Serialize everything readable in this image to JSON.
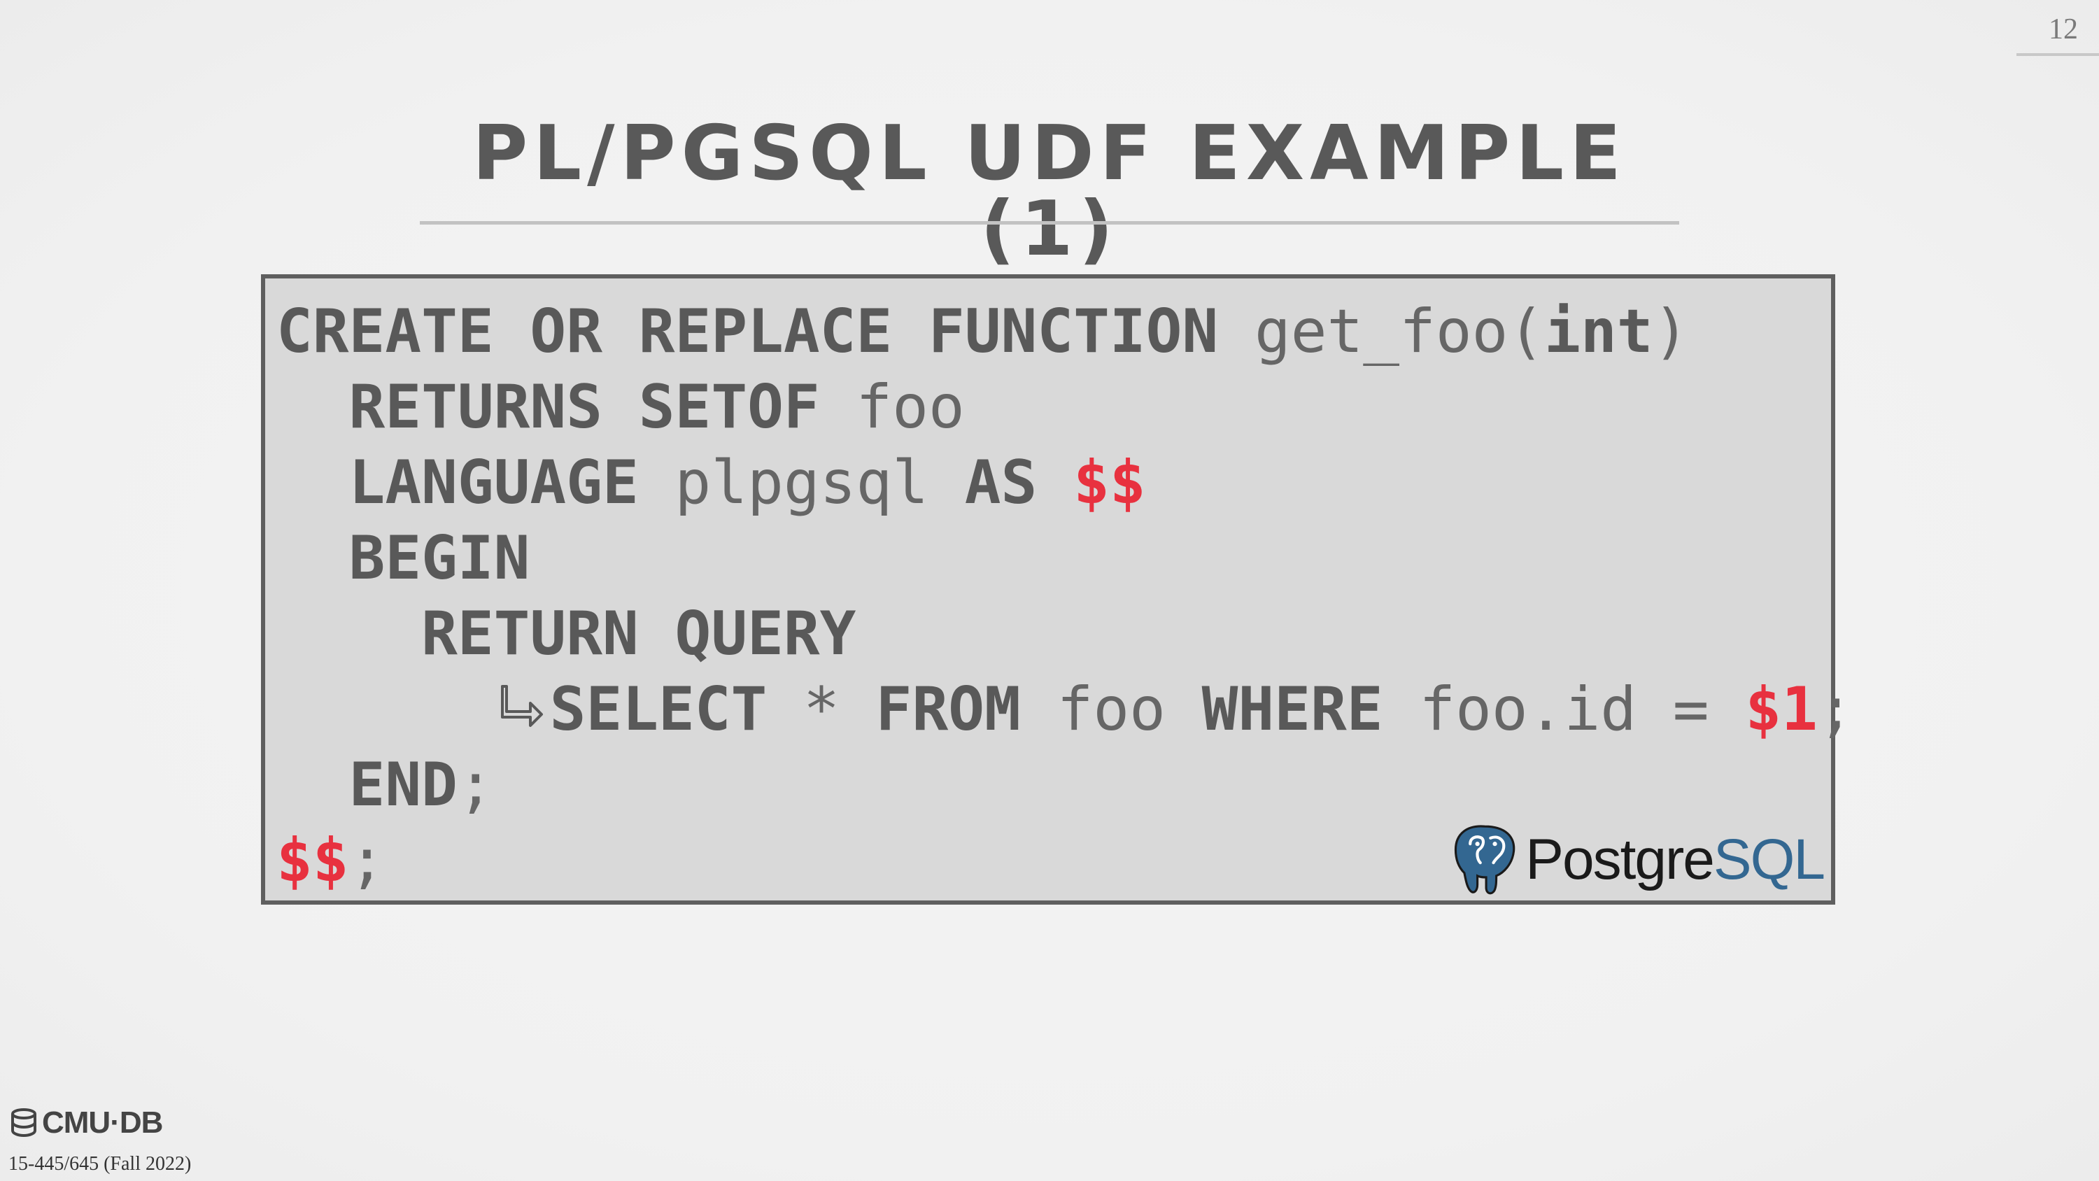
{
  "slide": {
    "number": "12",
    "title": "PL/PGSQL UDF EXAMPLE (1)"
  },
  "code": {
    "lines": [
      [
        {
          "text": "CREATE OR REPLACE FUNCTION ",
          "style": "kw"
        },
        {
          "text": "get_foo(",
          "style": "id"
        },
        {
          "text": "int",
          "style": "kw"
        },
        {
          "text": ")",
          "style": "id"
        }
      ],
      [
        {
          "text": "  RETURNS SETOF ",
          "style": "kw"
        },
        {
          "text": "foo",
          "style": "id"
        }
      ],
      [
        {
          "text": "  LANGUAGE ",
          "style": "kw"
        },
        {
          "text": "plpgsql ",
          "style": "id"
        },
        {
          "text": "AS ",
          "style": "kw"
        },
        {
          "text": "$$",
          "style": "red"
        }
      ],
      [
        {
          "text": "  BEGIN",
          "style": "kw"
        }
      ],
      [
        {
          "text": "    RETURN QUERY",
          "style": "kw"
        }
      ],
      [
        {
          "text": "      ",
          "style": "id"
        },
        {
          "text": "",
          "style": "wrap"
        },
        {
          "text": "SELECT ",
          "style": "kw"
        },
        {
          "text": "* ",
          "style": "id"
        },
        {
          "text": "FROM ",
          "style": "kw"
        },
        {
          "text": "foo ",
          "style": "id"
        },
        {
          "text": "WHERE ",
          "style": "kw"
        },
        {
          "text": "foo.id = ",
          "style": "id"
        },
        {
          "text": "$1",
          "style": "red"
        },
        {
          "text": ";",
          "style": "id"
        }
      ],
      [
        {
          "text": "  END",
          "style": "kw"
        },
        {
          "text": ";",
          "style": "id"
        }
      ],
      [
        {
          "text": "$$",
          "style": "red"
        },
        {
          "text": ";",
          "style": "id"
        }
      ]
    ]
  },
  "postgres_logo": {
    "text_dark": "Postgre",
    "text_blue": "SQL",
    "icon": "elephant-icon"
  },
  "footer": {
    "logo_text": "CMU·DB",
    "course": "15-445/645 (Fall 2022)",
    "icon": "database-icon"
  },
  "colors": {
    "background": "#f2f2f2",
    "code_background": "#d9d9d9",
    "text": "#595959",
    "accent_red": "#e8313f",
    "postgres_blue": "#336791"
  }
}
